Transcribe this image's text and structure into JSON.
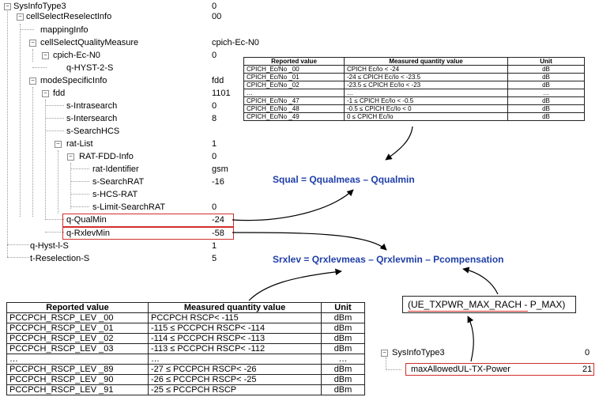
{
  "tree": [
    {
      "key": "SysInfoType3",
      "value": "0"
    },
    {
      "key": "cellSelectReselectInfo",
      "value": "00"
    },
    {
      "key": "mappingInfo",
      "value": ""
    },
    {
      "key": "cellSelectQualityMeasure",
      "value": "cpich-Ec-N0"
    },
    {
      "key": "cpich-Ec-N0",
      "value": "0"
    },
    {
      "key": "q-HYST-2-S",
      "value": ""
    },
    {
      "key": "modeSpecificInfo",
      "value": "fdd"
    },
    {
      "key": "fdd",
      "value": "1101"
    },
    {
      "key": "s-Intrasearch",
      "value": "0"
    },
    {
      "key": "s-Intersearch",
      "value": "8"
    },
    {
      "key": "s-SearchHCS",
      "value": ""
    },
    {
      "key": "rat-List",
      "value": "1"
    },
    {
      "key": "RAT-FDD-Info",
      "value": "0"
    },
    {
      "key": "rat-Identifier",
      "value": "gsm"
    },
    {
      "key": "s-SearchRAT",
      "value": "-16"
    },
    {
      "key": "s-HCS-RAT",
      "value": ""
    },
    {
      "key": "s-Limit-SearchRAT",
      "value": "0"
    },
    {
      "key": "q-QualMin",
      "value": "-24"
    },
    {
      "key": "q-RxlevMin",
      "value": "-58"
    },
    {
      "key": "q-Hyst-l-S",
      "value": "1"
    },
    {
      "key": "t-Reselection-S",
      "value": "5"
    }
  ],
  "cpich_table": {
    "headers": [
      "Reported value",
      "Measured quantity value",
      "Unit"
    ],
    "rows": [
      [
        "CPICH_Ec/No _00",
        "CPICH Ec/Io < -24",
        "dB"
      ],
      [
        "CPICH_Ec/No _01",
        "-24 ≤ CPICH Ec/Io < -23.5",
        "dB"
      ],
      [
        "CPICH_Ec/No _02",
        "-23.5 ≤ CPICH Ec/Io < -23",
        "dB"
      ],
      [
        "…",
        "…",
        "…"
      ],
      [
        "CPICH_Ec/No _47",
        "-1 ≤ CPICH Ec/Io < -0.5",
        "dB"
      ],
      [
        "CPICH_Ec/No _48",
        "-0.5 ≤ CPICH Ec/Io < 0",
        "dB"
      ],
      [
        "CPICH_Ec/No _49",
        "0 ≤ CPICH Ec/Io",
        "dB"
      ]
    ]
  },
  "rscp_table": {
    "headers": [
      "Reported value",
      "Measured quantity value",
      "Unit"
    ],
    "rows": [
      [
        "PCCPCH_RSCP_LEV _00",
        "PCCPCH RSCP< -115",
        "dBm"
      ],
      [
        "PCCPCH_RSCP_LEV _01",
        "-115 ≤ PCCPCH RSCP< -114",
        "dBm"
      ],
      [
        "PCCPCH_RSCP_LEV _02",
        "-114 ≤ PCCPCH RSCP< -113",
        "dBm"
      ],
      [
        "PCCPCH_RSCP_LEV _03",
        "-113 ≤ PCCPCH RSCP< -112",
        "dBm"
      ],
      [
        "…",
        "…",
        "…"
      ],
      [
        "PCCPCH_RSCP_LEV _89",
        "-27 ≤ PCCPCH RSCP< -26",
        "dBm"
      ],
      [
        "PCCPCH_RSCP_LEV _90",
        "-26 ≤ PCCPCH RSCP< -25",
        "dBm"
      ],
      [
        "PCCPCH_RSCP_LEV _91",
        "-25 ≤ PCCPCH RSCP",
        "dBm"
      ]
    ]
  },
  "formulas": {
    "squal": "Squal = Qqualmeas – Qqualmin",
    "srxlev": "Srxlev = Qrxlevmeas  –  Qrxlevmin  – Pcompensation",
    "ue_power": "(UE_TXPWR_MAX_RACH  - P_MAX)"
  },
  "tree2": [
    {
      "key": "SysInfoType3",
      "value": "0"
    },
    {
      "key": "maxAllowedUL-TX-Power",
      "value": "21"
    }
  ],
  "colors": {
    "formula": "#1f3fa8",
    "highlight": "#d0302c"
  }
}
